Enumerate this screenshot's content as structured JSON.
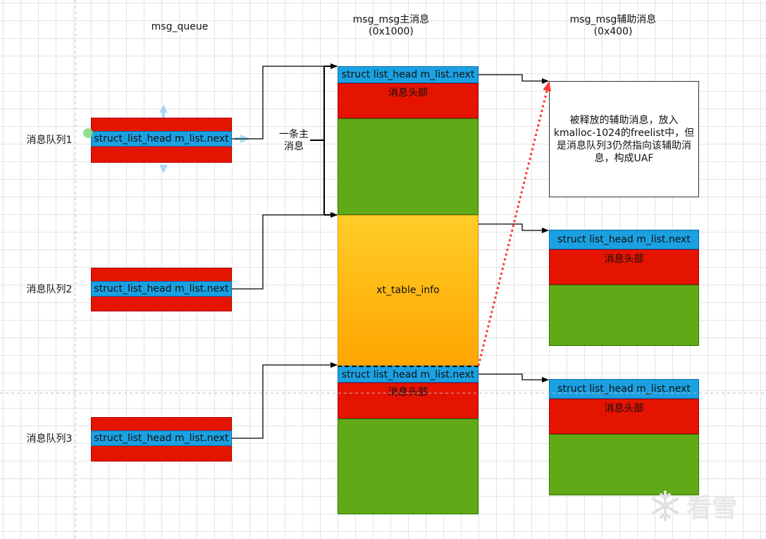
{
  "headers": {
    "queue": "msg_queue",
    "main_line1": "msg_msg主消息",
    "main_line2": "(0x1000)",
    "aux_line1": "msg_msg辅助消息",
    "aux_line2": "(0x400)"
  },
  "queues": [
    {
      "label": "消息队列1",
      "field": "struct_list_head m_list.next"
    },
    {
      "label": "消息队列2",
      "field": "struct_list_head m_list.next"
    },
    {
      "label": "消息队列3",
      "field": "struct_list_head m_list.next"
    }
  ],
  "brace_label_line1": "一条主",
  "brace_label_line2": "消息",
  "main_msg": {
    "field": "struct list_head m_list.next",
    "header": "消息头部",
    "xt_table": "xt_table_info",
    "field2": "struct list_head m_list.next",
    "header2": "消息头部"
  },
  "aux_msgs": [
    {
      "field": "struct list_head m_list.next",
      "header": "消息头部"
    },
    {
      "field": "struct list_head m_list.next",
      "header": "消息头部"
    }
  ],
  "note": "被释放的辅助消息，放入kmalloc-1024的freelist中，但是消息队列3仍然指向该辅助消息，构成UAF",
  "watermark": "看雪",
  "colors": {
    "red": "#e51400",
    "blue": "#1ba1e2",
    "green": "#60a917",
    "orange": "#ffa500",
    "dotted_red": "#ff3333"
  }
}
